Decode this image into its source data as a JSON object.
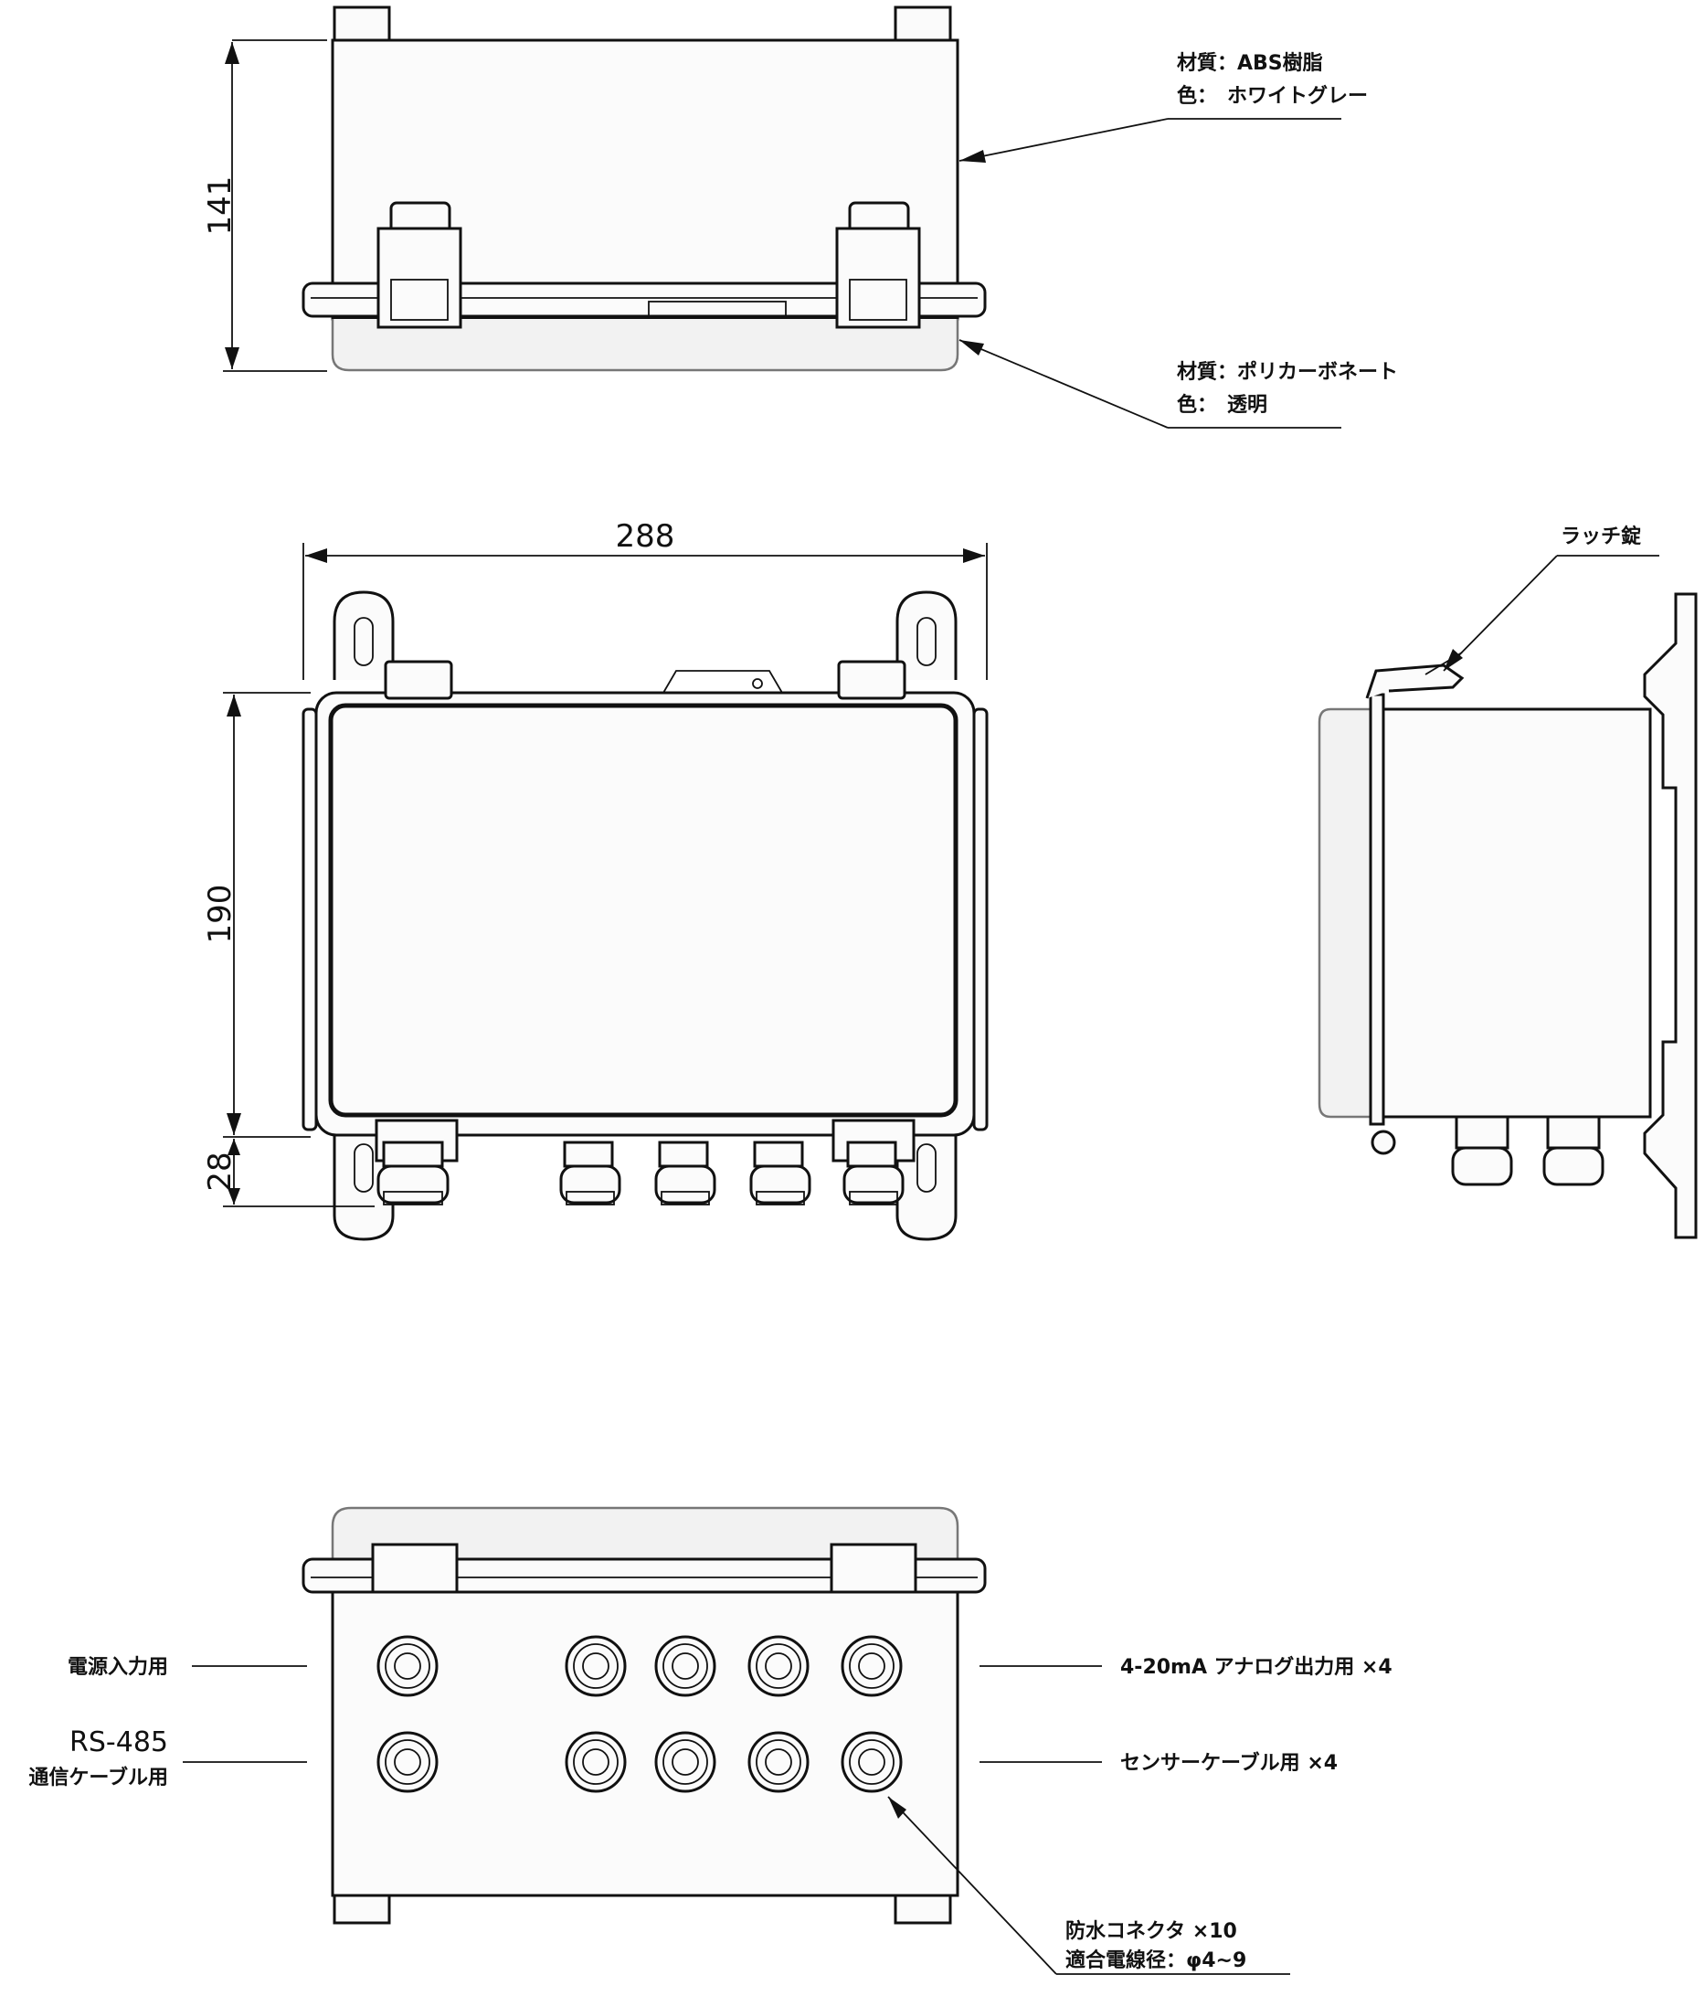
{
  "top_view": {
    "dim_height": "141",
    "lid_label": {
      "line1": "材質：ABS樹脂",
      "line2": "色：　ホワイトグレー"
    },
    "cover_label": {
      "line1": "材質：ポリカーボネート",
      "line2": "色：　透明"
    }
  },
  "front_view": {
    "dim_width": "288",
    "dim_height": "190",
    "dim_gland": "28"
  },
  "side_view": {
    "latch_label": "ラッチ錠"
  },
  "bottom_view": {
    "power_label": "電源入力用",
    "rs485_label": "RS-485",
    "rs485_sub": "通信ケーブル用",
    "analog_label": "4-20mA アナログ出力用 ×4",
    "sensor_label": "センサーケーブル用 ×4",
    "connector_label": "防水コネクタ ×10",
    "wire_label": "適合電線径：φ4~9"
  }
}
